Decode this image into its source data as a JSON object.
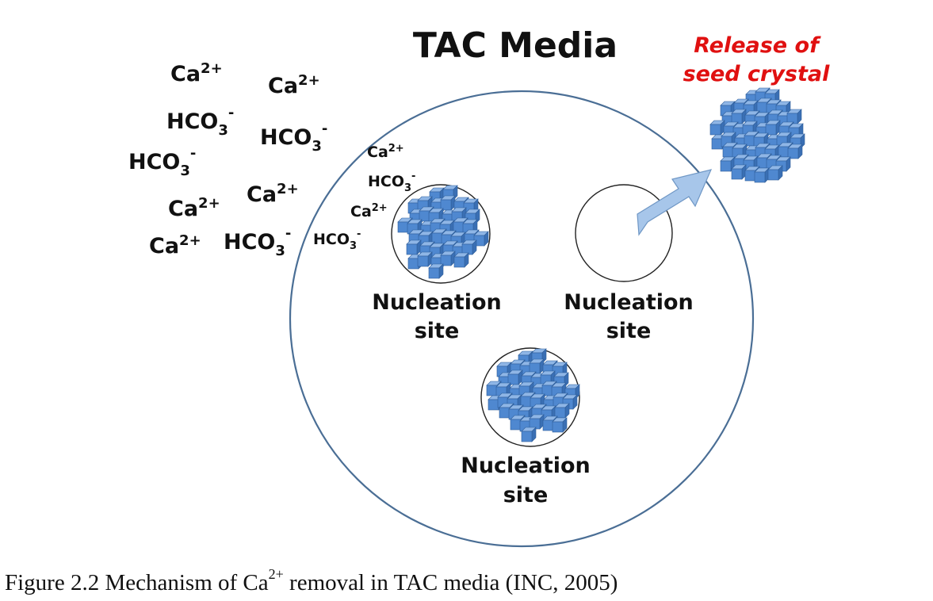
{
  "title": "TAC Media",
  "release": {
    "line1": "Release of",
    "line2": "seed crystal"
  },
  "nucleation_label": {
    "line1": "Nucleation",
    "line2": "site"
  },
  "ion_base": {
    "ca": "Ca",
    "hco": "HCO"
  },
  "ion_sup": {
    "ca": "2+",
    "hco": "-"
  },
  "ion_sub": {
    "hco": "3"
  },
  "caption": {
    "prefix": "Figure 2.2 Mechanism of Ca",
    "sup": "2+",
    "suffix": " removal in TAC media (INC, 2005)"
  },
  "colors": {
    "media_circle": "#4a6e95",
    "crystal": "#4f88d0",
    "arrow": "#a7c6ea",
    "release_text": "#e01010"
  }
}
